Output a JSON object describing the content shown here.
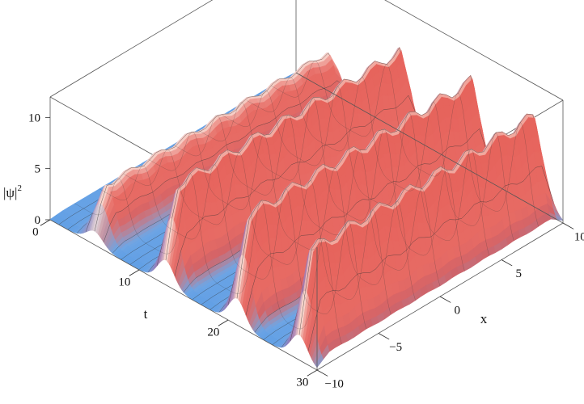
{
  "chart_data": {
    "type": "surface3d",
    "title": "",
    "xlabel": "x",
    "ylabel": "t",
    "zlabel": "|ψ|",
    "zlabel_power": "2",
    "xlim": [
      -10,
      10
    ],
    "ylim": [
      0,
      30
    ],
    "zlim": [
      0,
      12
    ],
    "x_ticks": [
      "−10",
      "−5",
      "0",
      "5",
      "10"
    ],
    "x_tick_values": [
      -10,
      -5,
      0,
      5,
      10
    ],
    "t_ticks": [
      "0",
      "10",
      "20",
      "30"
    ],
    "t_tick_values": [
      0,
      10,
      20,
      30
    ],
    "z_ticks": [
      "0",
      "5",
      "10"
    ],
    "z_tick_values": [
      0,
      5,
      10
    ],
    "ridges": [
      {
        "t_center": 5,
        "peak": 5,
        "t_width": 1.3
      },
      {
        "t_center": 13,
        "peak": 9,
        "t_width": 1.3
      },
      {
        "t_center": 21,
        "peak": 10,
        "t_width": 1.3
      },
      {
        "t_center": 28,
        "peak": 10,
        "t_width": 1.3
      }
    ],
    "colors": {
      "low": "#5f9fe6",
      "mid": "#f8d8d0",
      "high": "#f5c0b6",
      "shade": "#6a40a0",
      "lit": "#e03c36"
    }
  }
}
